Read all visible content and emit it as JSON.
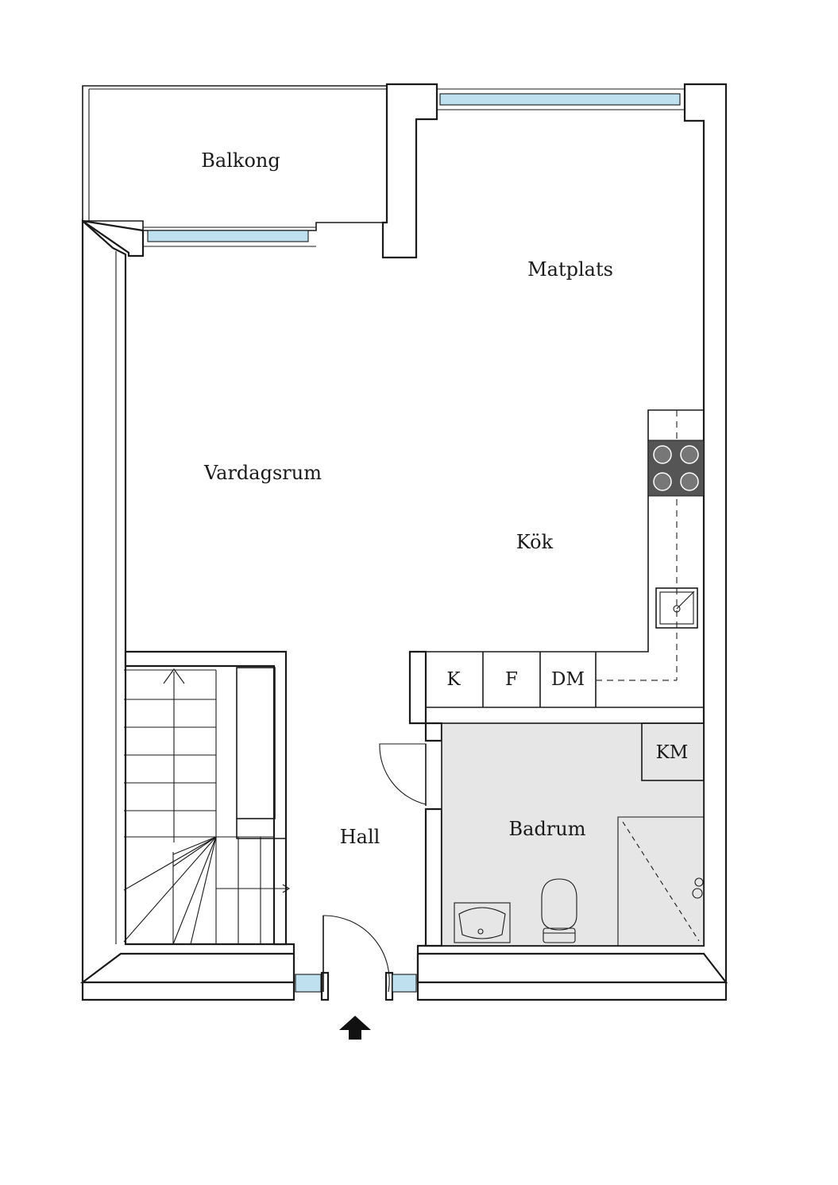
{
  "rooms": {
    "balkong": "Balkong",
    "matplats": "Matplats",
    "vardagsrum": "Vardagsrum",
    "kok": "Kök",
    "hall": "Hall",
    "badrum": "Badrum"
  },
  "appliances": {
    "k": "K",
    "f": "F",
    "dm": "DM",
    "km": "KM"
  },
  "colors": {
    "wall": "#1a1a1a",
    "glass": "#bfe0ee",
    "bathroom_floor": "#e6e6e6",
    "stove": "#555555"
  },
  "icons": {
    "entrance": "entrance-arrow-icon",
    "stair_direction": "stair-arrow-icon"
  }
}
